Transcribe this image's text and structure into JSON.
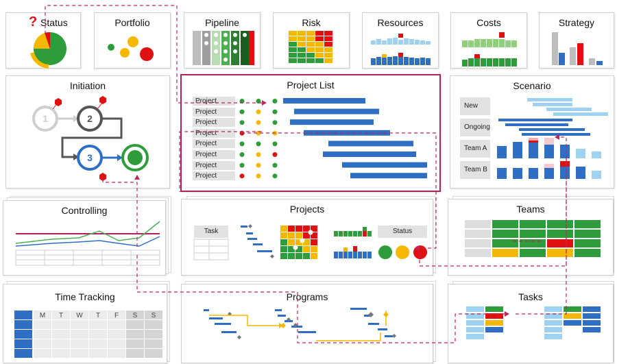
{
  "cards": {
    "status": "Status",
    "portfolio": "Portfolio",
    "pipeline": "Pipeline",
    "risk": "Risk",
    "resources": "Resources",
    "costs": "Costs",
    "strategy": "Strategy",
    "initiation": "Initiation",
    "project_list": "Project List",
    "scenario": "Scenario",
    "controlling": "Controlling",
    "projects": "Projects",
    "teams": "Teams",
    "time_tracking": "Time Tracking",
    "programs": "Programs",
    "tasks": "Tasks"
  },
  "status_mark": "?",
  "initiation_steps": [
    "1",
    "2",
    "3"
  ],
  "project_list_rows": [
    "Project",
    "Project",
    "Project",
    "Project",
    "Project",
    "Project",
    "Project",
    "Project"
  ],
  "scenario_labels": [
    "New",
    "Ongoing",
    "Team A",
    "Team B"
  ],
  "projects_task_label": "Task",
  "projects_status_label": "Status",
  "weekdays": [
    "M",
    "T",
    "W",
    "T",
    "F",
    "S",
    "S"
  ],
  "colors": {
    "accent": "#b0225c",
    "blue": "#2e6fc4",
    "green": "#2e9c3a",
    "yellow": "#f5b800",
    "red": "#e01010",
    "gray": "#bdbdbd"
  }
}
